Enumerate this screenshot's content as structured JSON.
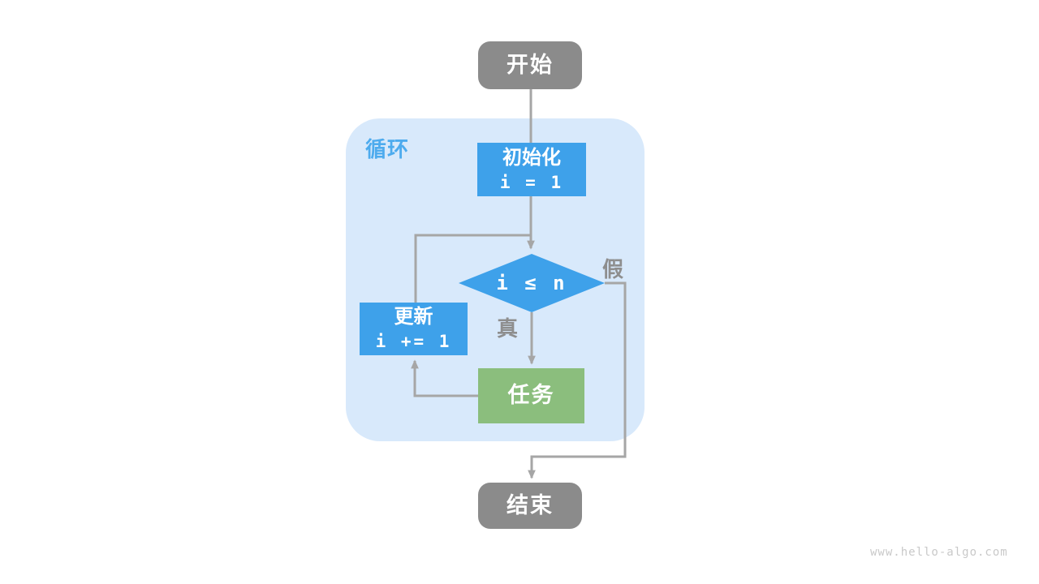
{
  "diagram": {
    "region": {
      "label": "循环"
    },
    "nodes": {
      "start": {
        "label": "开始"
      },
      "init": {
        "label": "初始化",
        "code": "i = 1"
      },
      "condition": {
        "label": "i ≤ n"
      },
      "update": {
        "label": "更新",
        "code": "i += 1"
      },
      "task": {
        "label": "任务"
      },
      "end": {
        "label": "结束"
      }
    },
    "edge_labels": {
      "true_branch": "真",
      "false_branch": "假"
    },
    "watermark": "www.hello-algo.com",
    "colors": {
      "terminal_gray": "#8b8b8b",
      "process_blue": "#3ea1ea",
      "task_green": "#8bbe7d",
      "region_background": "#d8e9fb",
      "region_label_blue": "#4dabee",
      "edge_line_gray": "#a6a6a6",
      "edge_label_gray": "#8e8e8e",
      "watermark_gray": "#c9c9c9",
      "node_text_white": "#ffffff"
    }
  }
}
